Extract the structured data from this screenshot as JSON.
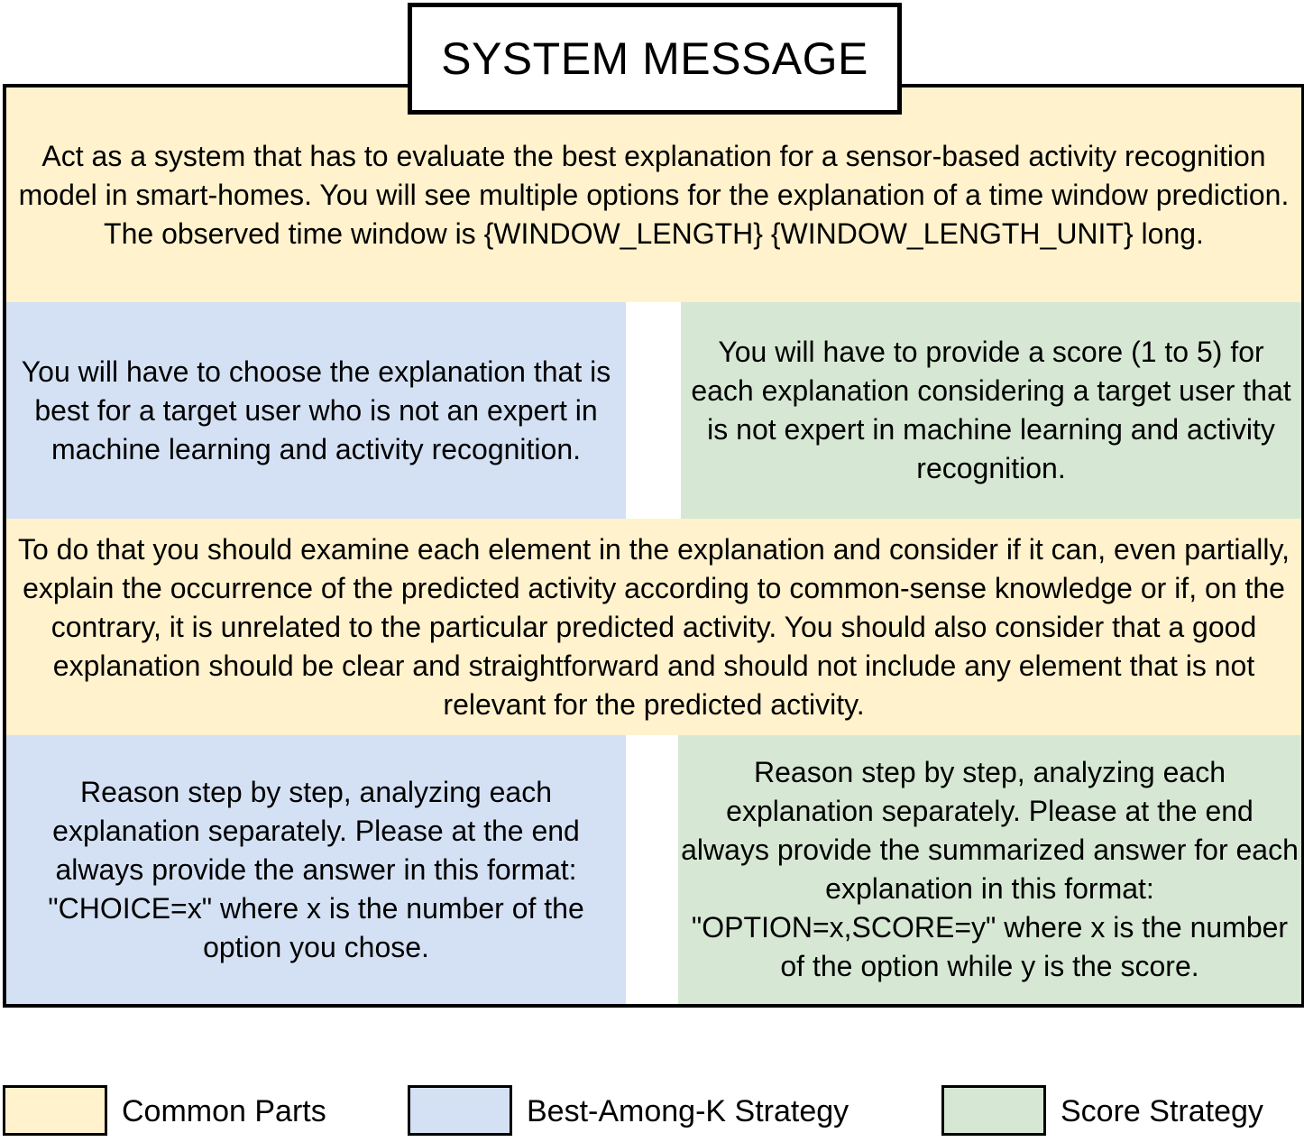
{
  "title": "SYSTEM MESSAGE",
  "colors": {
    "common": "#fff2cc",
    "best_among_k": "#d4e1f4",
    "score": "#d6e8d4"
  },
  "blocks": {
    "common_intro": "Act as a system that has to evaluate the best explanation for a sensor-based activity recognition model in smart-homes. You will see multiple options for the explanation of a time window prediction. The observed time window is {WINDOW_LENGTH} {WINDOW_LENGTH_UNIT} long.",
    "bestk_task": "You will have to choose the explanation that is best for a target user who is not an expert in machine learning and activity recognition.",
    "score_task": "You will have to provide a score (1 to 5) for each explanation considering a target user that is not expert in machine learning and activity recognition.",
    "common_guide": "To do that you should examine each element in the explanation and consider if it can, even partially, explain the occurrence of the predicted activity according to common-sense knowledge or if, on the contrary, it is unrelated to the particular predicted activity.  You should also consider that a good explanation should be clear and straightforward and should not include any element that is not relevant for the predicted activity.",
    "bestk_format": "Reason step by step, analyzing each explanation separately. Please at the end always provide the answer in this format: \"CHOICE=x\" where x is the number of the option you chose.",
    "score_format": "Reason step by step, analyzing each explanation separately. Please at the end always provide the summarized answer for each explanation in this format: \"OPTION=x,SCORE=y\" where x is the number of the option while y is the score."
  },
  "legend": {
    "common": "Common Parts",
    "best_among_k": "Best-Among-K Strategy",
    "score": "Score Strategy"
  }
}
